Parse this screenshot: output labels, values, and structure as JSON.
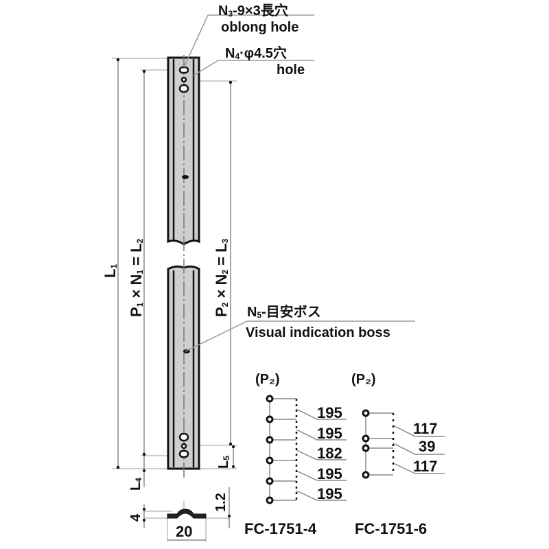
{
  "drawing": {
    "callouts": {
      "oblong_hole": {
        "code_prefix": "N",
        "code_sub": "3",
        "spec": "-9×3長穴",
        "english": "oblong hole"
      },
      "round_hole": {
        "code_prefix": "N",
        "code_sub": "4",
        "spec": "·φ4.5穴",
        "english": "hole"
      },
      "boss": {
        "code_prefix": "N",
        "code_sub": "5",
        "spec": "-目安ボス",
        "english": "Visual indication boss"
      }
    },
    "dimensions": {
      "overall_length": {
        "prefix": "L",
        "sub": "1"
      },
      "pitch_left": {
        "p": "P",
        "p_sub": "1",
        "x": " × ",
        "n": "N",
        "n_sub": "1",
        "eq": " = ",
        "l": "L",
        "l_sub": "2"
      },
      "pitch_right": {
        "p": "P",
        "p_sub": "2",
        "x": " × ",
        "n": "N",
        "n_sub": "2",
        "eq": " = ",
        "l": "L",
        "l_sub": "3"
      },
      "end_offset_bottom": {
        "prefix": "L",
        "sub": "4"
      },
      "end_offset_hole": {
        "prefix": "L",
        "sub": "5"
      },
      "profile_height": "4",
      "thickness": "1.2",
      "width": "20"
    },
    "pitch_tables": [
      {
        "header": "(P₂)",
        "model": "FC-1751-4",
        "values": [
          "195",
          "195",
          "182",
          "195",
          "195"
        ]
      },
      {
        "header": "(P₂)",
        "model": "FC-1751-6",
        "values": [
          "117",
          "39",
          "117"
        ]
      }
    ]
  },
  "colors": {
    "line": "#111111",
    "leader": "#9a9a9a",
    "fill": "#cfcfcf"
  }
}
